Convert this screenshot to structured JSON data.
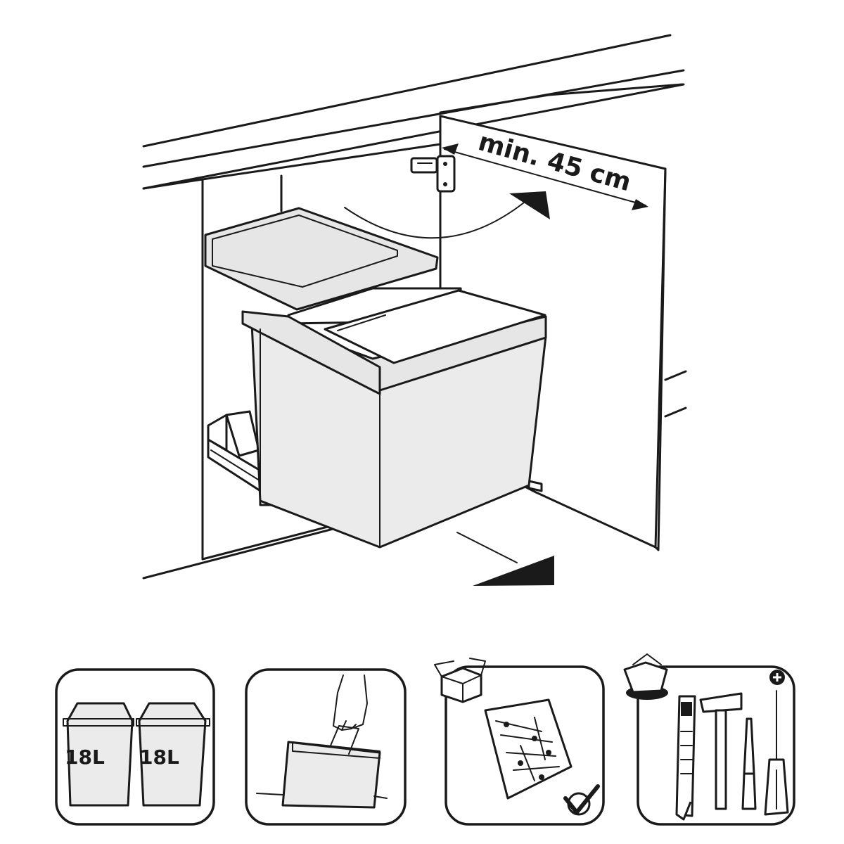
{
  "main_illustration": {
    "dimension_label": "min. 45 cm"
  },
  "icons": {
    "capacity": {
      "bin_labels": [
        "18L",
        "18L"
      ]
    },
    "confirm": {
      "check_icon": "check-icon"
    },
    "tools": {
      "plus_icon": "plus-icon"
    }
  },
  "colors": {
    "line": "#1a1a1a",
    "fill_gray": "#ebebeb",
    "background": "#ffffff"
  }
}
